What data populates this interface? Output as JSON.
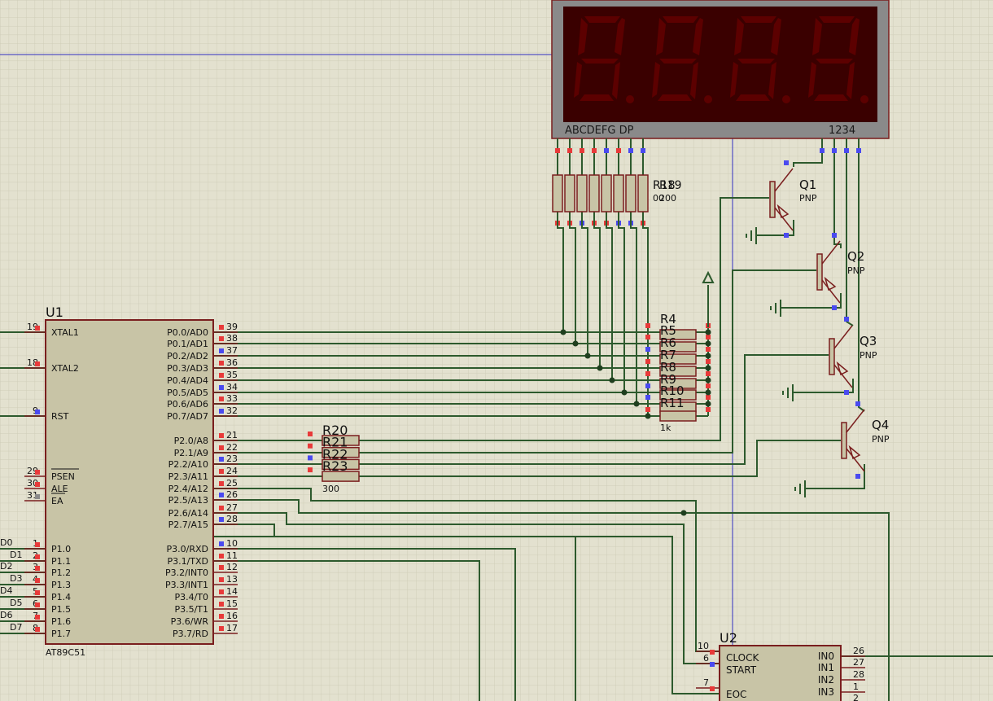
{
  "colors": {
    "background": "#e3e1cf",
    "grid": "#cfcdb8",
    "wire": "#2d5a2d",
    "body": "#c8c4a6",
    "outline": "#7a1e1e",
    "pin_red": "#e83a3a",
    "pin_blue": "#4a4af0",
    "pin_gray": "#8a8a8a",
    "display_frame": "#8a8a8a",
    "display_face": "#3a0000",
    "segment": "#5c0000",
    "probe": "#3030c0"
  },
  "display": {
    "seg_label": "ABCDEFG  DP",
    "digit_label": "1234"
  },
  "u1": {
    "ref": "U1",
    "part": "AT89C51",
    "left_pins": [
      {
        "num": "19",
        "name": "XTAL1"
      },
      {
        "num": "18",
        "name": "XTAL2"
      },
      {
        "num": "9",
        "name": "RST"
      },
      {
        "num": "29",
        "name": "PSEN"
      },
      {
        "num": "30",
        "name": "ALE"
      },
      {
        "num": "31",
        "name": "EA"
      },
      {
        "num": "1",
        "name": "P1.0"
      },
      {
        "num": "2",
        "name": "P1.1"
      },
      {
        "num": "3",
        "name": "P1.2"
      },
      {
        "num": "4",
        "name": "P1.3"
      },
      {
        "num": "5",
        "name": "P1.4"
      },
      {
        "num": "6",
        "name": "P1.5"
      },
      {
        "num": "7",
        "name": "P1.6"
      },
      {
        "num": "8",
        "name": "P1.7"
      }
    ],
    "right_pins": [
      {
        "num": "39",
        "name": "P0.0/AD0"
      },
      {
        "num": "38",
        "name": "P0.1/AD1"
      },
      {
        "num": "37",
        "name": "P0.2/AD2"
      },
      {
        "num": "36",
        "name": "P0.3/AD3"
      },
      {
        "num": "35",
        "name": "P0.4/AD4"
      },
      {
        "num": "34",
        "name": "P0.5/AD5"
      },
      {
        "num": "33",
        "name": "P0.6/AD6"
      },
      {
        "num": "32",
        "name": "P0.7/AD7"
      },
      {
        "num": "21",
        "name": "P2.0/A8"
      },
      {
        "num": "22",
        "name": "P2.1/A9"
      },
      {
        "num": "23",
        "name": "P2.2/A10"
      },
      {
        "num": "24",
        "name": "P2.3/A11"
      },
      {
        "num": "25",
        "name": "P2.4/A12"
      },
      {
        "num": "26",
        "name": "P2.5/A13"
      },
      {
        "num": "27",
        "name": "P2.6/A14"
      },
      {
        "num": "28",
        "name": "P2.7/A15"
      },
      {
        "num": "10",
        "name": "P3.0/RXD"
      },
      {
        "num": "11",
        "name": "P3.1/TXD"
      },
      {
        "num": "12",
        "name": "P3.2/INT0"
      },
      {
        "num": "13",
        "name": "P3.3/INT1"
      },
      {
        "num": "14",
        "name": "P3.4/T0"
      },
      {
        "num": "15",
        "name": "P3.5/T1"
      },
      {
        "num": "16",
        "name": "P3.6/WR"
      },
      {
        "num": "17",
        "name": "P3.7/RD"
      }
    ]
  },
  "wire_labels": [
    "D0",
    "D1",
    "D2",
    "D3",
    "D4",
    "D5",
    "D6",
    "D7"
  ],
  "seg_resistors": {
    "ref": "R19",
    "ref_overlap": "R18",
    "value": "200",
    "value_overlap": "00"
  },
  "pullups": {
    "refs": [
      "R4",
      "R5",
      "R6",
      "R7",
      "R8",
      "R9",
      "R10",
      "R11"
    ],
    "value": "1k"
  },
  "base_resistors": {
    "refs": [
      "R20",
      "R21",
      "R22",
      "R23"
    ],
    "value": "300"
  },
  "transistors": [
    {
      "ref": "Q1",
      "type": "PNP"
    },
    {
      "ref": "Q2",
      "type": "PNP"
    },
    {
      "ref": "Q3",
      "type": "PNP"
    },
    {
      "ref": "Q4",
      "type": "PNP"
    }
  ],
  "u2": {
    "ref": "U2",
    "left_pins": [
      {
        "num": "10",
        "name": "CLOCK"
      },
      {
        "num": "6",
        "name": "START"
      },
      {
        "num": "7",
        "name": "EOC"
      }
    ],
    "right_pins": [
      {
        "num": "26",
        "name": "IN0"
      },
      {
        "num": "27",
        "name": "IN1"
      },
      {
        "num": "28",
        "name": "IN2"
      },
      {
        "num": "1",
        "name": "IN3"
      },
      {
        "num": "2",
        "name": ""
      }
    ]
  }
}
